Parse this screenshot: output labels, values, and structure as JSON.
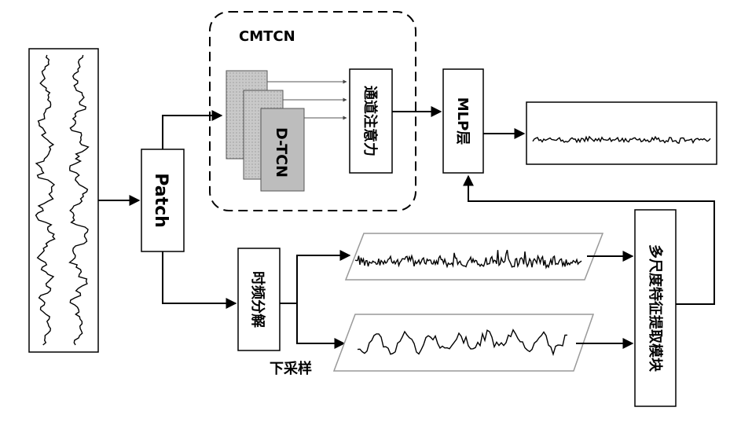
{
  "title": "CMTCN",
  "blocks": {
    "patch": "Patch",
    "dtcn": "D-TCN",
    "channel_attention": "通道注意力",
    "mlp": "MLP层",
    "decomposition": "时频分解",
    "multiscale": "多尺度特征提取模块"
  },
  "labels": {
    "downsample": "下采样"
  },
  "colors": {
    "dtcn_fill": "#bdbdbd",
    "line": "#000000"
  }
}
